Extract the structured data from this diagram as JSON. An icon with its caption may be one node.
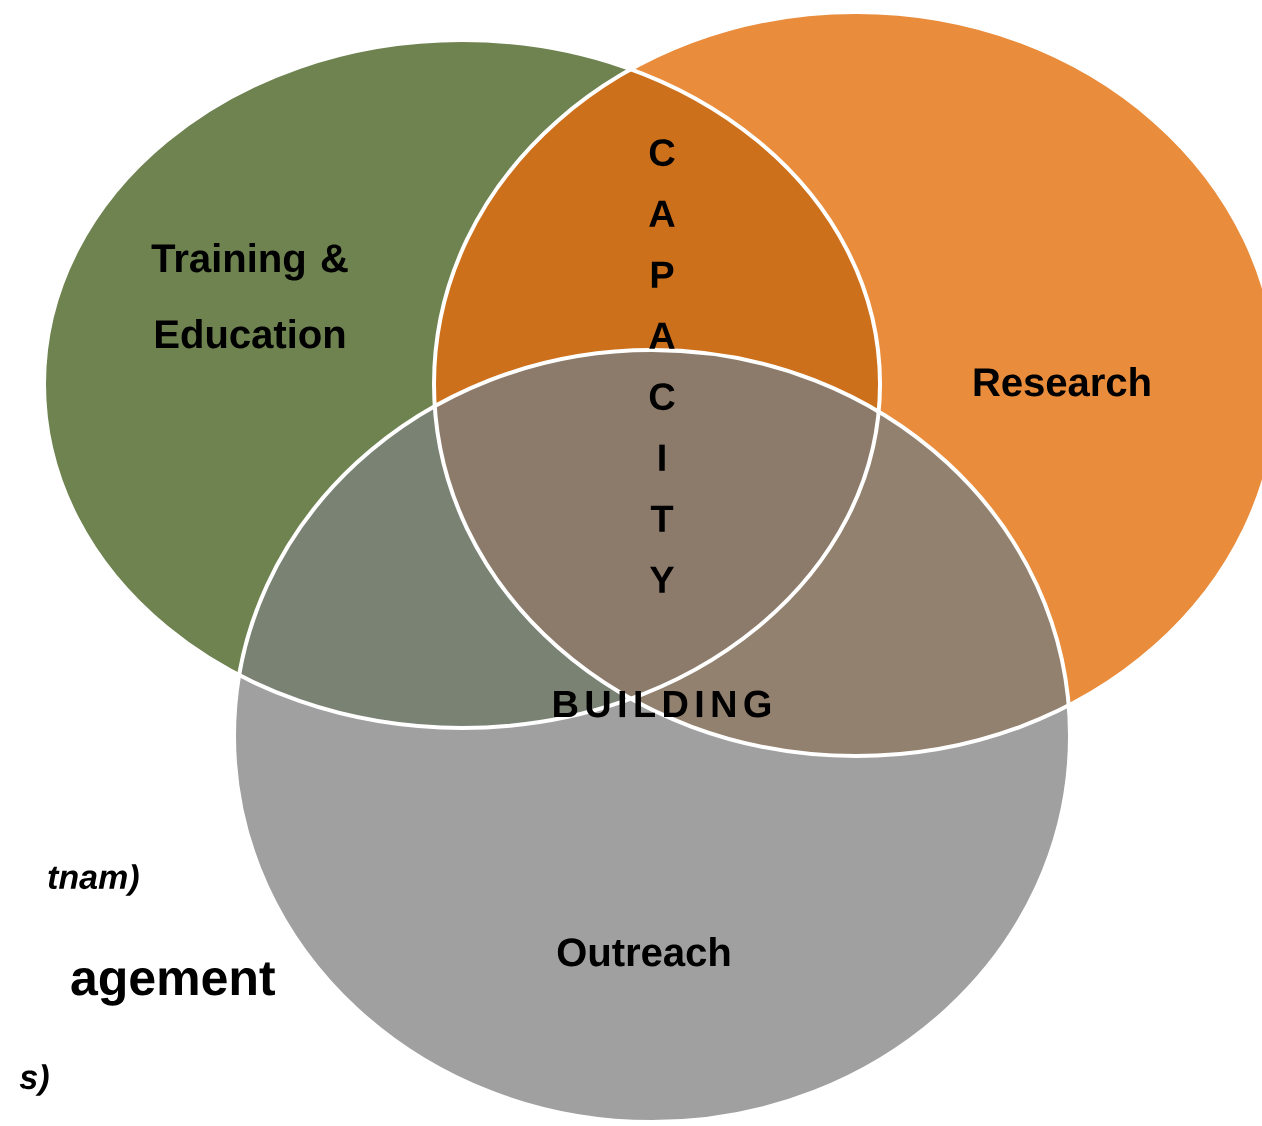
{
  "diagram": {
    "nodes": [
      {
        "text": [
          "Training & Education"
        ]
      },
      {
        "text": [
          "Research"
        ]
      },
      {
        "text": [
          "Outreach"
        ]
      }
    ],
    "labels": [
      "CAPACITY",
      "BUILDING",
      "tnam)",
      "agement",
      "s)"
    ]
  }
}
